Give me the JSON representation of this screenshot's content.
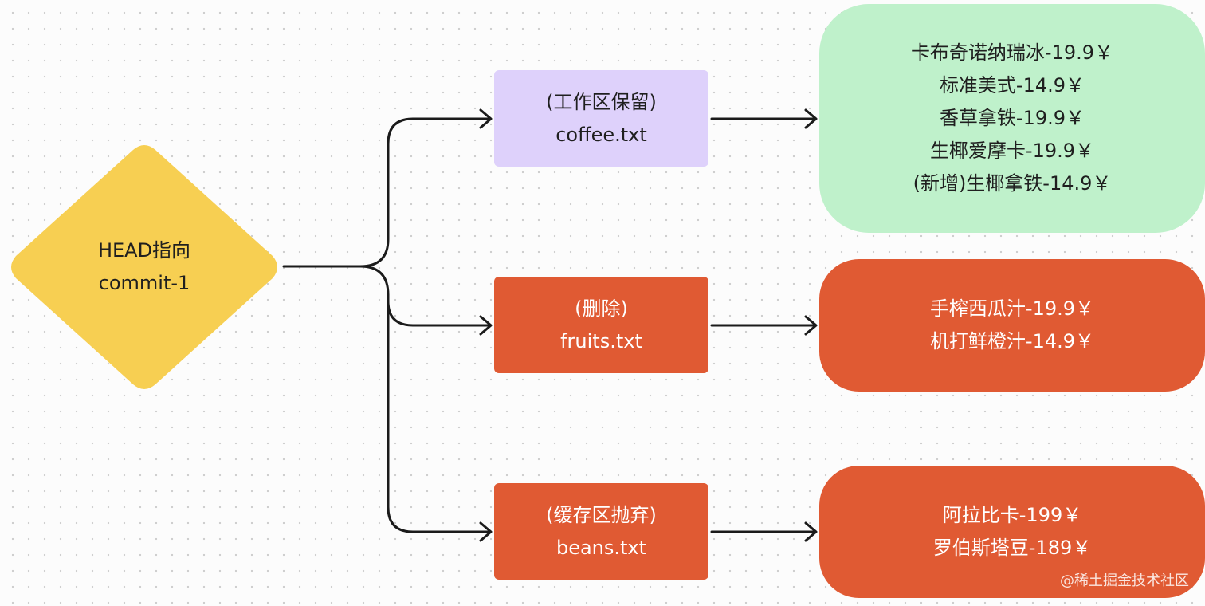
{
  "diagram": {
    "root": {
      "line1": "HEAD指向",
      "line2": "commit-1",
      "color": "#f7cf52"
    },
    "files": [
      {
        "status": "(工作区保留)",
        "name": "coffee.txt",
        "color": "#ded1fb",
        "text_color": "#1f1f1f"
      },
      {
        "status": "(删除)",
        "name": "fruits.txt",
        "color": "#e05a33",
        "text_color": "#ffffff"
      },
      {
        "status": "(缓存区抛弃)",
        "name": "beans.txt",
        "color": "#e05a33",
        "text_color": "#ffffff"
      }
    ],
    "contents": [
      {
        "color": "#bff1cb",
        "text_color": "#1f1f1f",
        "lines": [
          "卡布奇诺纳瑞冰-19.9￥",
          "标准美式-14.9￥",
          "香草拿铁-19.9￥",
          "生椰爱摩卡-19.9￥",
          "(新增)生椰拿铁-14.9￥"
        ]
      },
      {
        "color": "#e05a33",
        "text_color": "#ffffff",
        "lines": [
          "手榨西瓜汁-19.9￥",
          "机打鲜橙汁-14.9￥"
        ]
      },
      {
        "color": "#e05a33",
        "text_color": "#ffffff",
        "lines": [
          "阿拉比卡-199￥",
          "罗伯斯塔豆-189￥"
        ]
      }
    ],
    "connector_color": "#1b1b1b"
  },
  "watermark": "@稀土掘金技术社区"
}
